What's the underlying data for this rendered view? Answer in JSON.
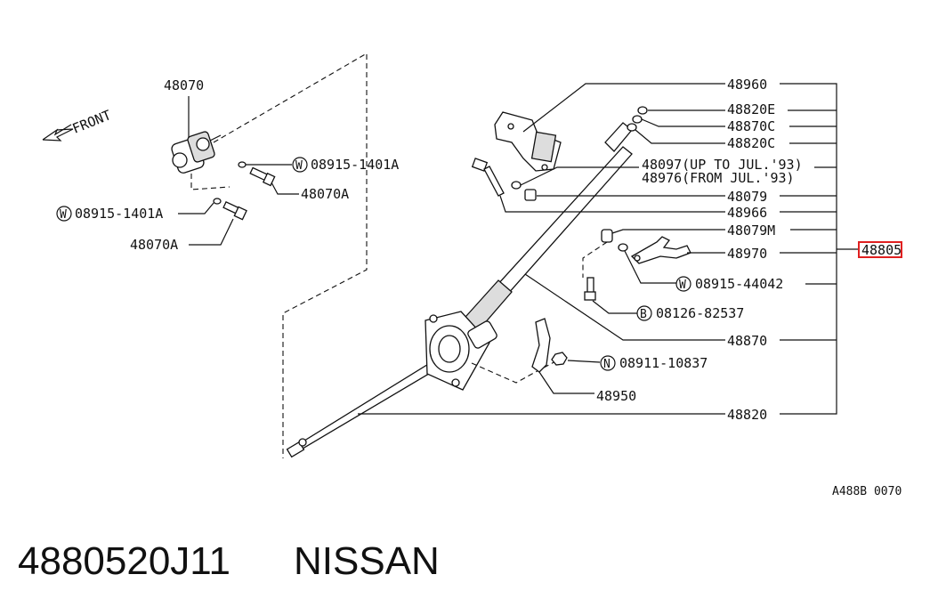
{
  "diagram": {
    "labels": {
      "front": "FRONT",
      "p48070": "48070",
      "w08915_top": "08915-1401A",
      "p48070A_top": "48070A",
      "w08915_left": "08915-1401A",
      "p48070A_left": "48070A",
      "p48960": "48960",
      "p48820E": "48820E",
      "p48870C": "48870C",
      "p48820C": "48820C",
      "p48097": "48097(UP TO JUL.'93)",
      "p48976": "48976(FROM JUL.'93)",
      "p48079": "48079",
      "p48966": "48966",
      "p48079M": "48079M",
      "p48970": "48970",
      "w08915_44042": "08915-44042",
      "b08126": "08126-82537",
      "p48870": "48870",
      "n08911": "08911-10837",
      "p48950": "48950",
      "p48820": "48820",
      "highlight": "48805",
      "figure_code": "A488B 0070"
    },
    "badges": {
      "w": "W",
      "b": "B",
      "n": "N"
    }
  },
  "footer": {
    "part_number": "4880520J11",
    "brand": "NISSAN"
  },
  "colors": {
    "highlight": "#e02020",
    "ink": "#111111"
  }
}
